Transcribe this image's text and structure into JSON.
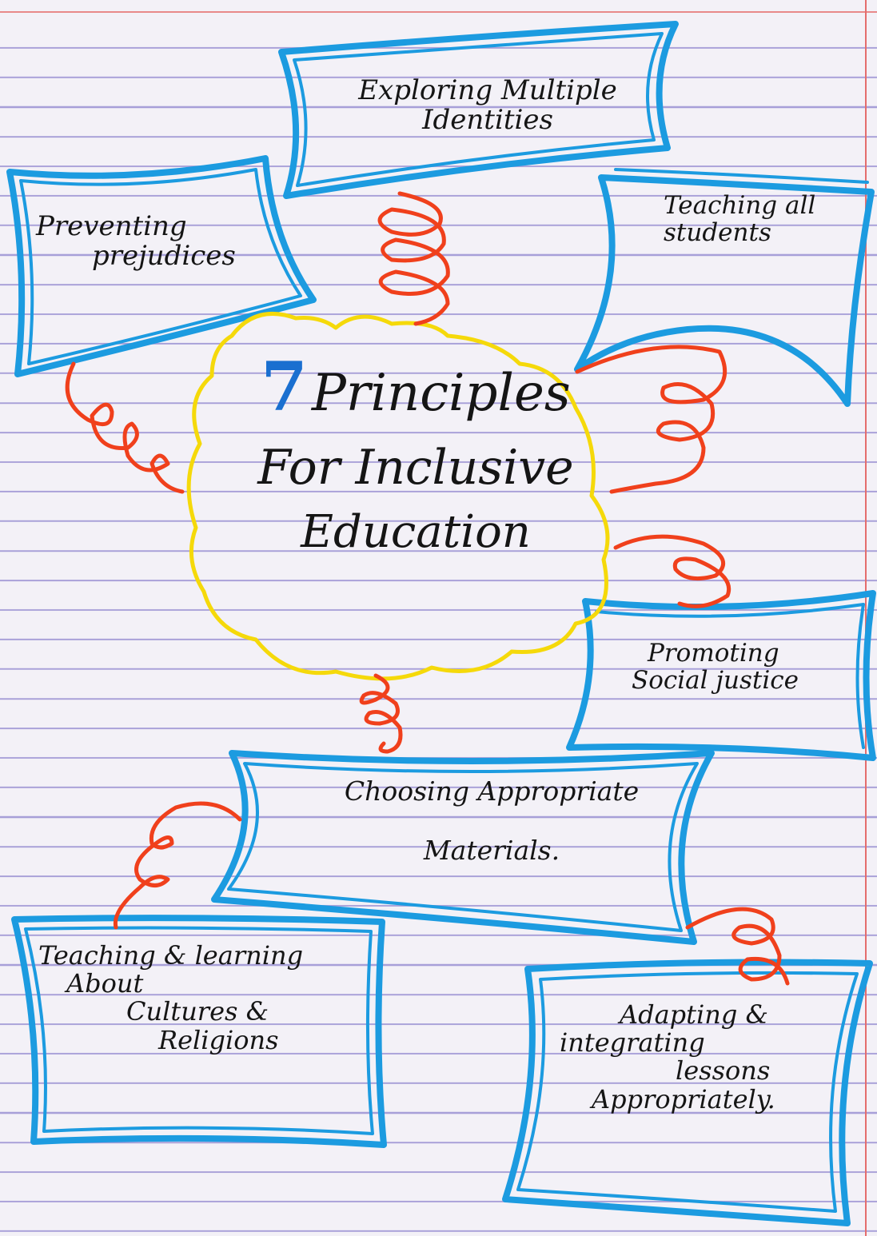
{
  "center": {
    "number": "7",
    "line1": "Principles",
    "line2": "For Inclusive",
    "line3": "Education"
  },
  "boxes": [
    {
      "id": "exploring",
      "lines": [
        "Exploring Multiple",
        "Identities"
      ]
    },
    {
      "id": "preventing",
      "lines": [
        "Preventing",
        "prejudices"
      ]
    },
    {
      "id": "teaching-all",
      "lines": [
        "Teaching all",
        "students"
      ]
    },
    {
      "id": "promoting",
      "lines": [
        "Promoting",
        "Social justice"
      ]
    },
    {
      "id": "choosing",
      "lines": [
        "Choosing Appropriate",
        "Materials."
      ]
    },
    {
      "id": "cultures",
      "lines": [
        "Teaching & learning",
        "About",
        "Cultures &",
        "Religions"
      ]
    },
    {
      "id": "adapting",
      "lines": [
        "Adapting &",
        "integrating",
        "lessons",
        "Appropriately."
      ]
    }
  ],
  "colors": {
    "box_border": "#1c9be0",
    "cloud": "#f5d90a",
    "coil": "#f0401c",
    "ink": "#151515",
    "number": "#1a6fd0",
    "ruled_line": "#a79fd8",
    "margin_line": "#e46d6d"
  }
}
